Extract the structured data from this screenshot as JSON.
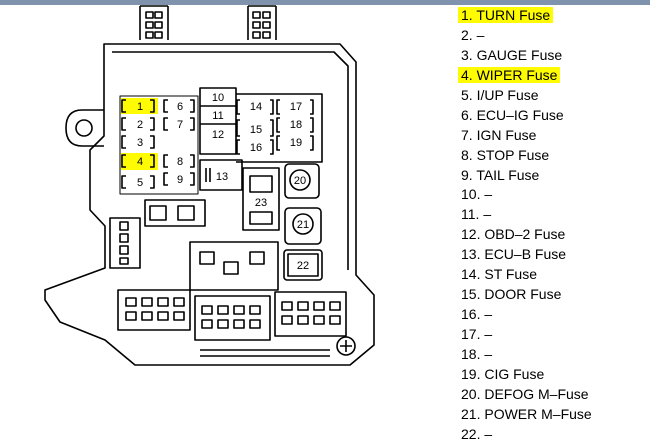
{
  "colors": {
    "highlight": "#fffb00",
    "line": "#000000",
    "topbar": "#7f93ad"
  },
  "fuse_box": {
    "fuse_numbers": [
      "1",
      "2",
      "3",
      "4",
      "5",
      "6",
      "7",
      "8",
      "9",
      "10",
      "11",
      "12",
      "13",
      "14",
      "15",
      "16",
      "17",
      "18",
      "19",
      "20",
      "21",
      "22",
      "23"
    ],
    "highlighted": [
      "1",
      "4"
    ]
  },
  "legend": [
    {
      "text": "1. TURN Fuse",
      "highlight": true
    },
    {
      "text": "2. –",
      "highlight": false
    },
    {
      "text": "3. GAUGE Fuse",
      "highlight": false
    },
    {
      "text": "4. WIPER Fuse",
      "highlight": true
    },
    {
      "text": "5. I/UP Fuse",
      "highlight": false
    },
    {
      "text": "6. ECU–IG Fuse",
      "highlight": false
    },
    {
      "text": "7. IGN Fuse",
      "highlight": false
    },
    {
      "text": "8. STOP Fuse",
      "highlight": false
    },
    {
      "text": "9. TAIL Fuse",
      "highlight": false
    },
    {
      "text": "10. –",
      "highlight": false
    },
    {
      "text": "11. –",
      "highlight": false
    },
    {
      "text": "12. OBD–2 Fuse",
      "highlight": false
    },
    {
      "text": "13. ECU–B Fuse",
      "highlight": false
    },
    {
      "text": "14. ST Fuse",
      "highlight": false
    },
    {
      "text": "15. DOOR Fuse",
      "highlight": false
    },
    {
      "text": "16. –",
      "highlight": false
    },
    {
      "text": "17. –",
      "highlight": false
    },
    {
      "text": "18. –",
      "highlight": false
    },
    {
      "text": "19. CIG Fuse",
      "highlight": false
    },
    {
      "text": "20. DEFOG M–Fuse",
      "highlight": false
    },
    {
      "text": "21. POWER M–Fuse",
      "highlight": false
    },
    {
      "text": "22. –",
      "highlight": false
    }
  ]
}
